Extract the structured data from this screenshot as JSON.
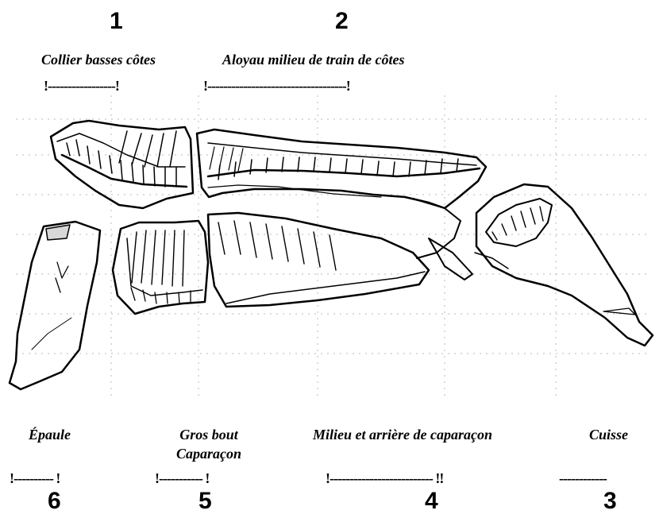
{
  "sections": [
    {
      "id": "1",
      "number": "1",
      "name": "Collier basses côtes",
      "bracket": "!-----------------!"
    },
    {
      "id": "2",
      "number": "2",
      "name": "Aloyau milieu de train de côtes",
      "bracket": "!-----------------------------------!"
    },
    {
      "id": "6",
      "number": "6",
      "name": "Épaule",
      "bracket": "!---------- !"
    },
    {
      "id": "5",
      "number": "5",
      "name_line1": "Gros bout",
      "name_line2": "Caparaçon",
      "bracket": "!----------- !"
    },
    {
      "id": "4",
      "number": "4",
      "name": "Milieu et arrière de caparaçon",
      "bracket": "!-------------------------- !!"
    },
    {
      "id": "3",
      "number": "3",
      "name": "Cuisse",
      "bracket": "------------"
    }
  ]
}
